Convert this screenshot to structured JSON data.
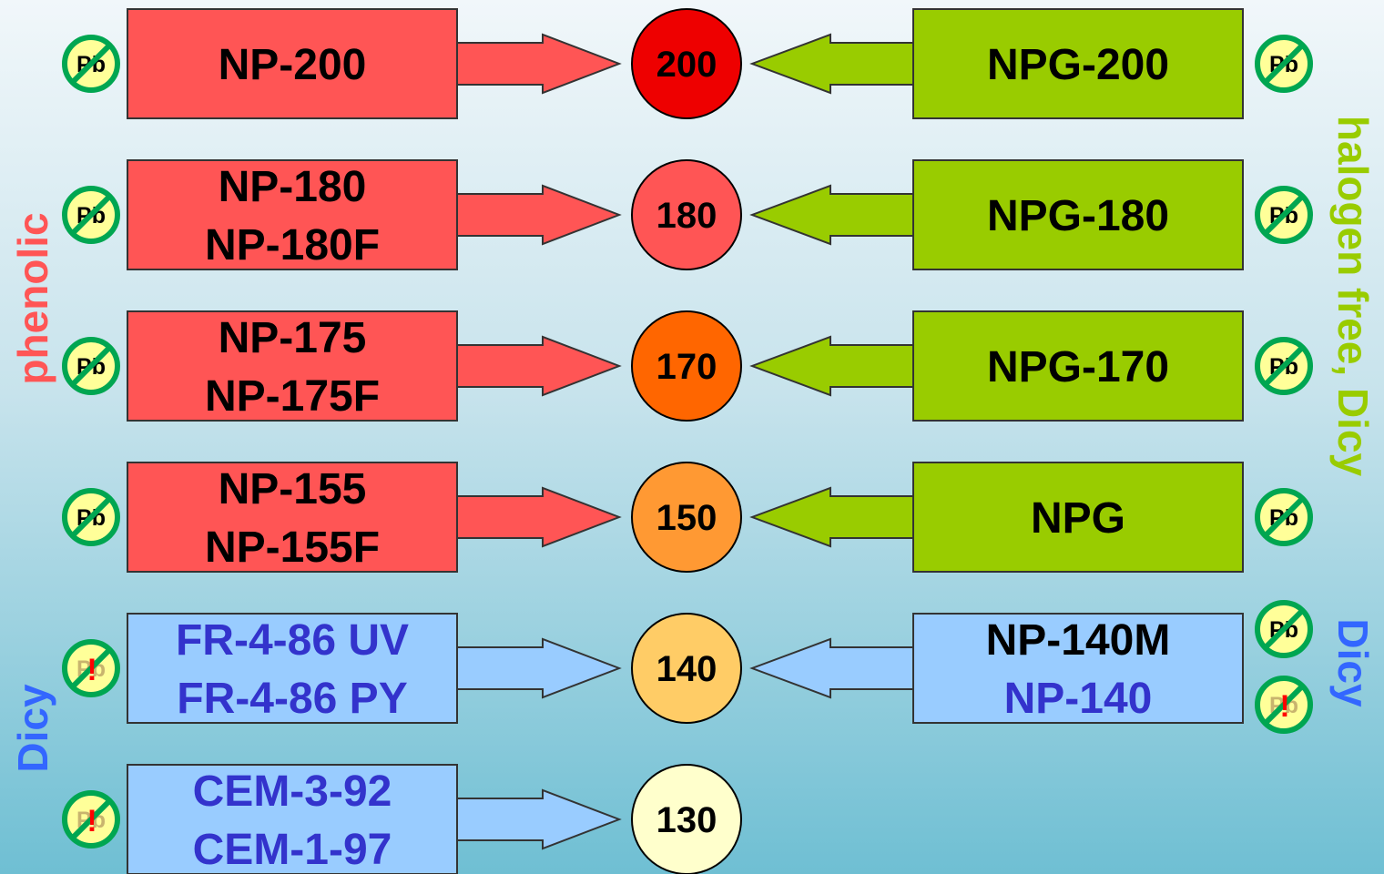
{
  "colors": {
    "phenolic": "#ff5555",
    "halogen_free": "#99cc00",
    "dicy": "#99ccff",
    "dicy_text": "#3333cc",
    "pb_ok": "#00a651",
    "pb_warn_mark": "#ff0000"
  },
  "side_labels": {
    "left_top": "phenolic",
    "left_bottom": "Dicy",
    "right_top": "halogen free, Dicy",
    "right_bottom": "Dicy"
  },
  "levels": [
    {
      "value": "200",
      "circle_color": "#ee0000",
      "left": {
        "lines": [
          "NP-200"
        ],
        "group": "phenolic",
        "pb": "free"
      },
      "right": {
        "lines": [
          "NPG-200"
        ],
        "group": "halogen_free",
        "pb": [
          "free"
        ]
      }
    },
    {
      "value": "180",
      "circle_color": "#ff5555",
      "left": {
        "lines": [
          "NP-180",
          "NP-180F"
        ],
        "group": "phenolic",
        "pb": "free"
      },
      "right": {
        "lines": [
          "NPG-180"
        ],
        "group": "halogen_free",
        "pb": [
          "free"
        ]
      }
    },
    {
      "value": "170",
      "circle_color": "#ff6600",
      "left": {
        "lines": [
          "NP-175",
          "NP-175F"
        ],
        "group": "phenolic",
        "pb": "free"
      },
      "right": {
        "lines": [
          "NPG-170"
        ],
        "group": "halogen_free",
        "pb": [
          "free"
        ]
      }
    },
    {
      "value": "150",
      "circle_color": "#ff9933",
      "left": {
        "lines": [
          "NP-155",
          "NP-155F"
        ],
        "group": "phenolic",
        "pb": "free"
      },
      "right": {
        "lines": [
          "NPG"
        ],
        "group": "halogen_free",
        "pb": [
          "free"
        ]
      }
    },
    {
      "value": "140",
      "circle_color": "#ffcc66",
      "left": {
        "lines": [
          "FR-4-86 UV",
          "FR-4-86 PY"
        ],
        "group": "dicy",
        "pb": "warn"
      },
      "right": {
        "lines": [
          "NP-140M",
          "NP-140"
        ],
        "line_colors": [
          "#000000",
          "#3333cc"
        ],
        "group": "dicy",
        "pb": [
          "free",
          "warn"
        ]
      }
    },
    {
      "value": "130",
      "circle_color": "#ffffcc",
      "left": {
        "lines": [
          "CEM-3-92",
          "CEM-1-97"
        ],
        "group": "dicy",
        "pb": "warn"
      },
      "right": null
    }
  ],
  "pb_symbol": {
    "text": "Pb",
    "warn_mark": "!"
  }
}
